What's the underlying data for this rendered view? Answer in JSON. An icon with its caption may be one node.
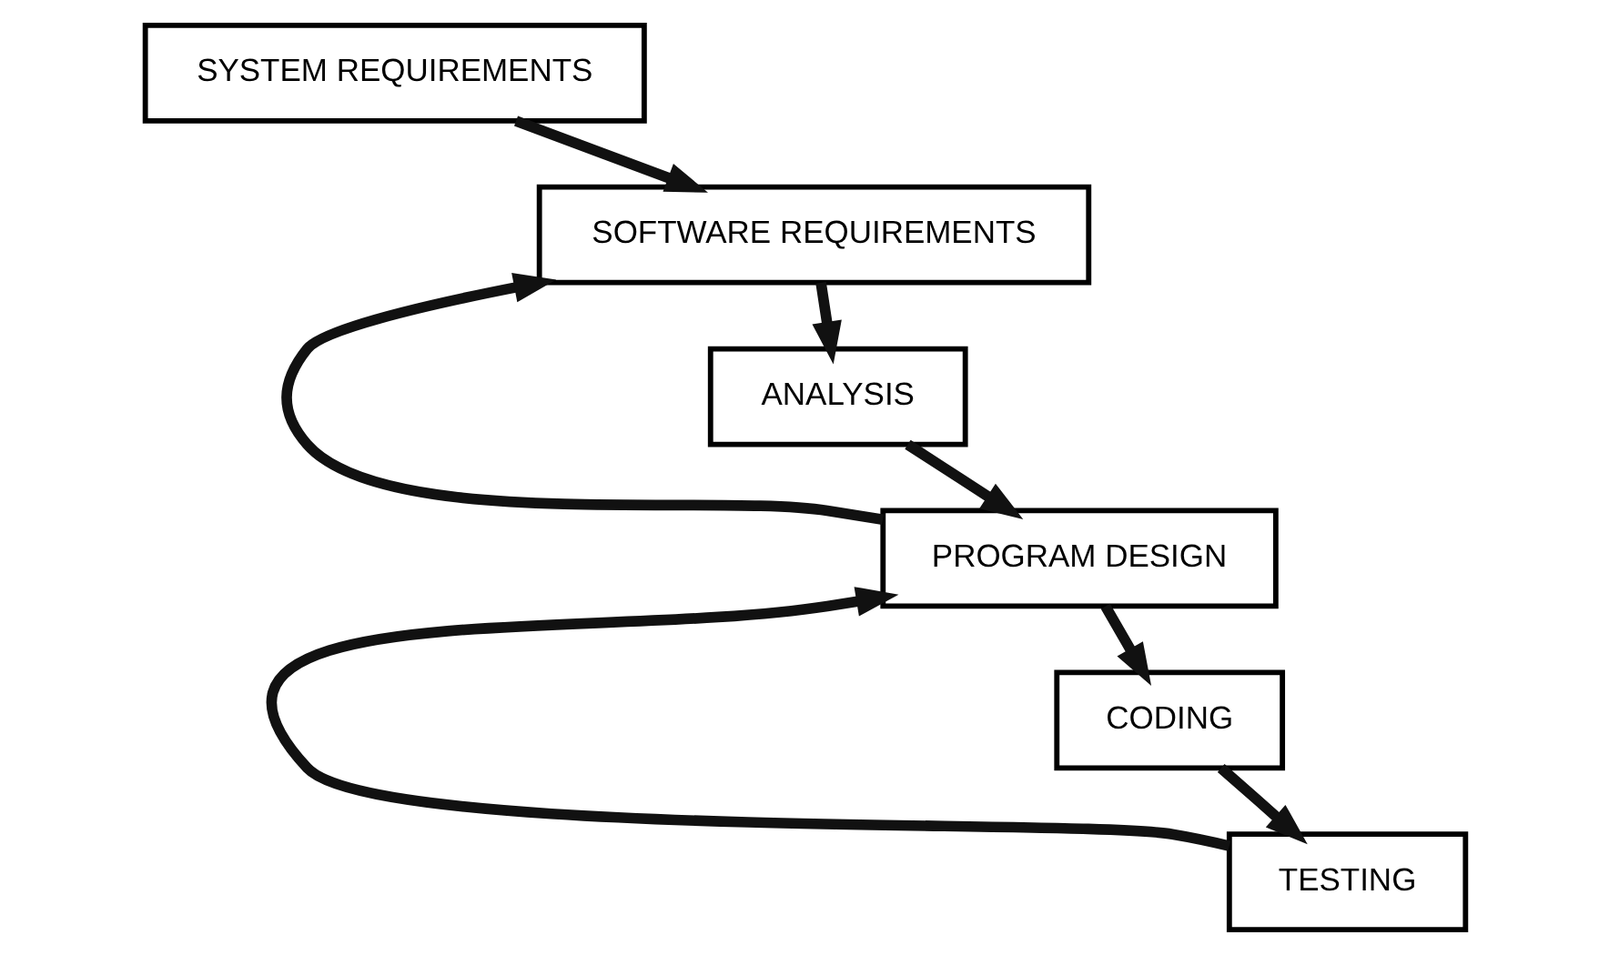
{
  "diagram": {
    "nodes": [
      {
        "text": [
          "SYSTEM REQUIREMENTS"
        ]
      },
      {
        "text": [
          "SOFTWARE REQUIREMENTS"
        ]
      },
      {
        "text": [
          "ANALYSIS"
        ]
      },
      {
        "text": [
          "PROGRAM DESIGN"
        ]
      },
      {
        "text": [
          "CODING"
        ]
      },
      {
        "text": [
          "TESTING"
        ]
      }
    ],
    "edges": [
      {
        "from": 0,
        "to": 1,
        "arrow": "to"
      },
      {
        "from": 1,
        "to": 2,
        "arrow": "to"
      },
      {
        "from": 2,
        "to": 3,
        "arrow": "to"
      },
      {
        "from": 3,
        "to": 4,
        "arrow": "to"
      },
      {
        "from": 4,
        "to": 5,
        "arrow": "to"
      },
      {
        "from": 3,
        "to": 1,
        "arrow": "to"
      },
      {
        "from": 5,
        "to": 3,
        "arrow": "to"
      }
    ]
  }
}
